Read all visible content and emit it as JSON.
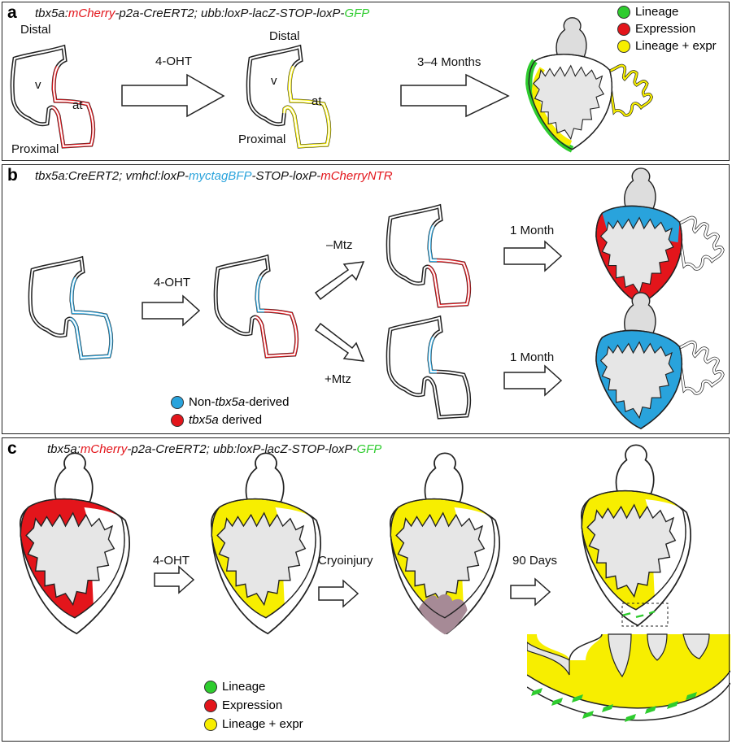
{
  "panel_a": {
    "label": "a",
    "genotype": {
      "p1": "tbx5a:",
      "p2": "mCherry",
      "p3": "-p2a-CreERT2; ubb:loxP-lacZ-STOP-loxP-",
      "p4": "GFP"
    },
    "distal_1": "Distal",
    "proximal_1": "Proximal",
    "v_1": "v",
    "at_1": "at",
    "distal_2": "Distal",
    "proximal_2": "Proximal",
    "v_2": "v",
    "at_2": "at",
    "step_1": "4-OHT",
    "step_2": "3–4 Months",
    "legend": [
      {
        "label": "Lineage",
        "color": "#2ecc2e"
      },
      {
        "label": "Expression",
        "color": "#e3151b"
      },
      {
        "label": "Lineage + expr",
        "color": "#f7ee00"
      }
    ]
  },
  "panel_b": {
    "label": "b",
    "genotype": {
      "p1": "tbx5a:CreERT2; vmhcl:loxP-",
      "p2": "myctagBFP",
      "p3": "-STOP-loxP-",
      "p4": "mCherryNTR"
    },
    "step_1": "4-OHT",
    "minus_mtz": "–Mtz",
    "plus_mtz": "+Mtz",
    "month_1": "1 Month",
    "month_2": "1 Month",
    "legend": [
      {
        "prefix": "Non-",
        "italic": "tbx5a",
        "suffix": "-derived",
        "color": "#29a3dc"
      },
      {
        "prefix": "",
        "italic": "tbx5a",
        "suffix": " derived",
        "color": "#e3151b"
      }
    ]
  },
  "panel_c": {
    "label": "c",
    "genotype": {
      "p1": "tbx5a:",
      "p2": "mCherry",
      "p3": "-p2a-CreERT2; ubb:loxP-lacZ-STOP-loxP-",
      "p4": "GFP"
    },
    "step_1": "4-OHT",
    "step_2": "Cryoinjury",
    "step_3": "90 Days",
    "legend": [
      {
        "label": "Lineage",
        "color": "#2ecc2e"
      },
      {
        "label": "Expression",
        "color": "#e3151b"
      },
      {
        "label": "Lineage + expr",
        "color": "#f7ee00"
      }
    ]
  },
  "colors": {
    "red": "#e3151b",
    "yellow": "#f7ee00",
    "green": "#2ecc2e",
    "blue": "#29a3dc",
    "injury": "#a68a96",
    "lumen": "#e6e6e6"
  }
}
